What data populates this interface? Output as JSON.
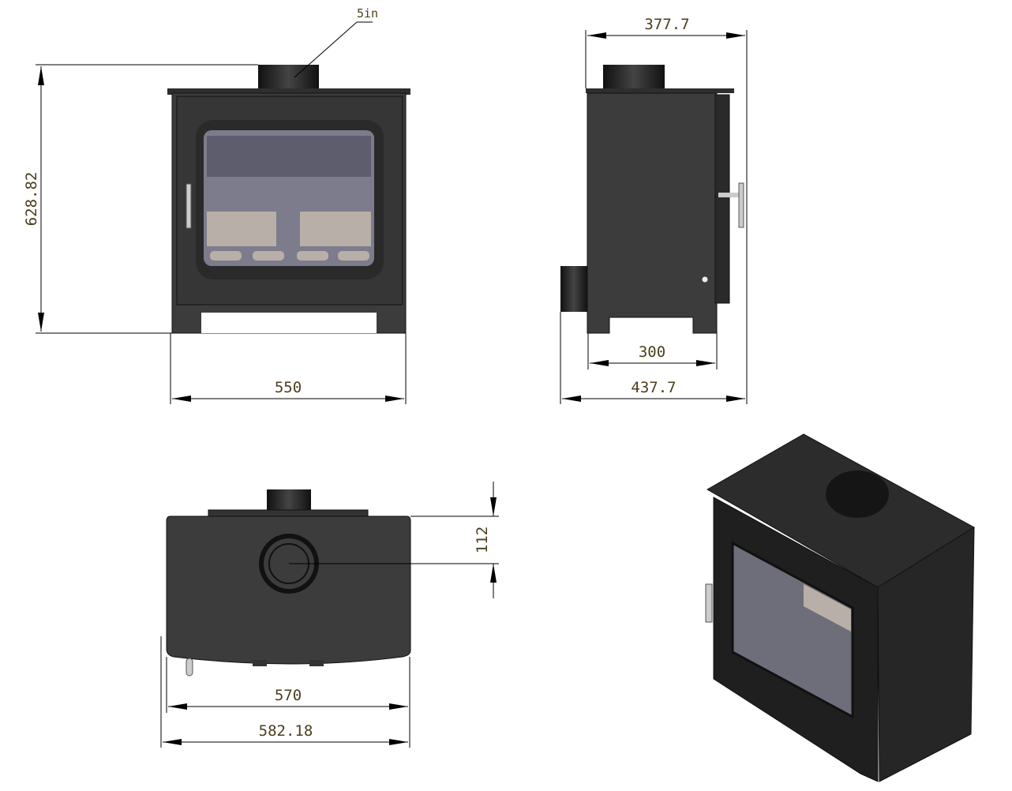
{
  "drawing": {
    "flue_label": "5in",
    "front_view": {
      "height": "628.82",
      "width": "550"
    },
    "side_view": {
      "top_depth": "377.7",
      "base_depth": "300",
      "overall_depth": "437.7"
    },
    "top_view": {
      "flue_offset": "112",
      "width": "570",
      "overall_width": "582.18"
    }
  },
  "colors": {
    "body": "#3c3c3c",
    "dimension_text": "#4a3e1c",
    "glass": "#7a7a88"
  }
}
